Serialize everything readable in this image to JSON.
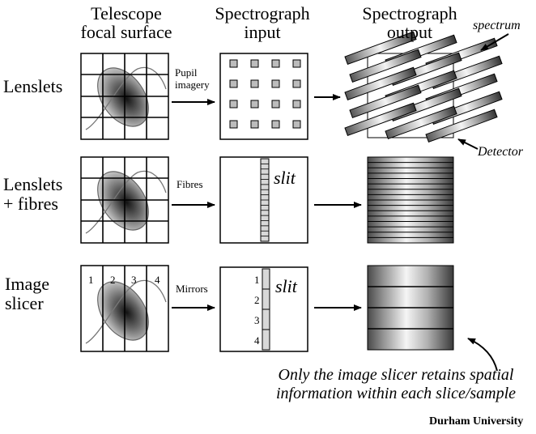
{
  "headers": {
    "col1": [
      "Telescope",
      "focal surface"
    ],
    "col2": [
      "Spectrograph",
      "input"
    ],
    "col3": [
      "Spectrograph",
      "output"
    ]
  },
  "rows": {
    "lenslets": [
      "Lenslets"
    ],
    "lenslets_fibres": [
      "Lenslets",
      "+ fibres"
    ],
    "image_slicer": [
      "Image",
      "slicer"
    ]
  },
  "arrow_labels": {
    "pupil": [
      "Pupil",
      "imagery"
    ],
    "fibres": "Fibres",
    "mirrors": "Mirrors"
  },
  "slit_label": "slit",
  "slice_numbers": [
    "1",
    "2",
    "3",
    "4"
  ],
  "callouts": {
    "spectrum": "spectrum",
    "detector": "Detector"
  },
  "note": [
    "Only the image slicer retains spatial",
    "information within each slice/sample"
  ],
  "credit": "Durham University"
}
